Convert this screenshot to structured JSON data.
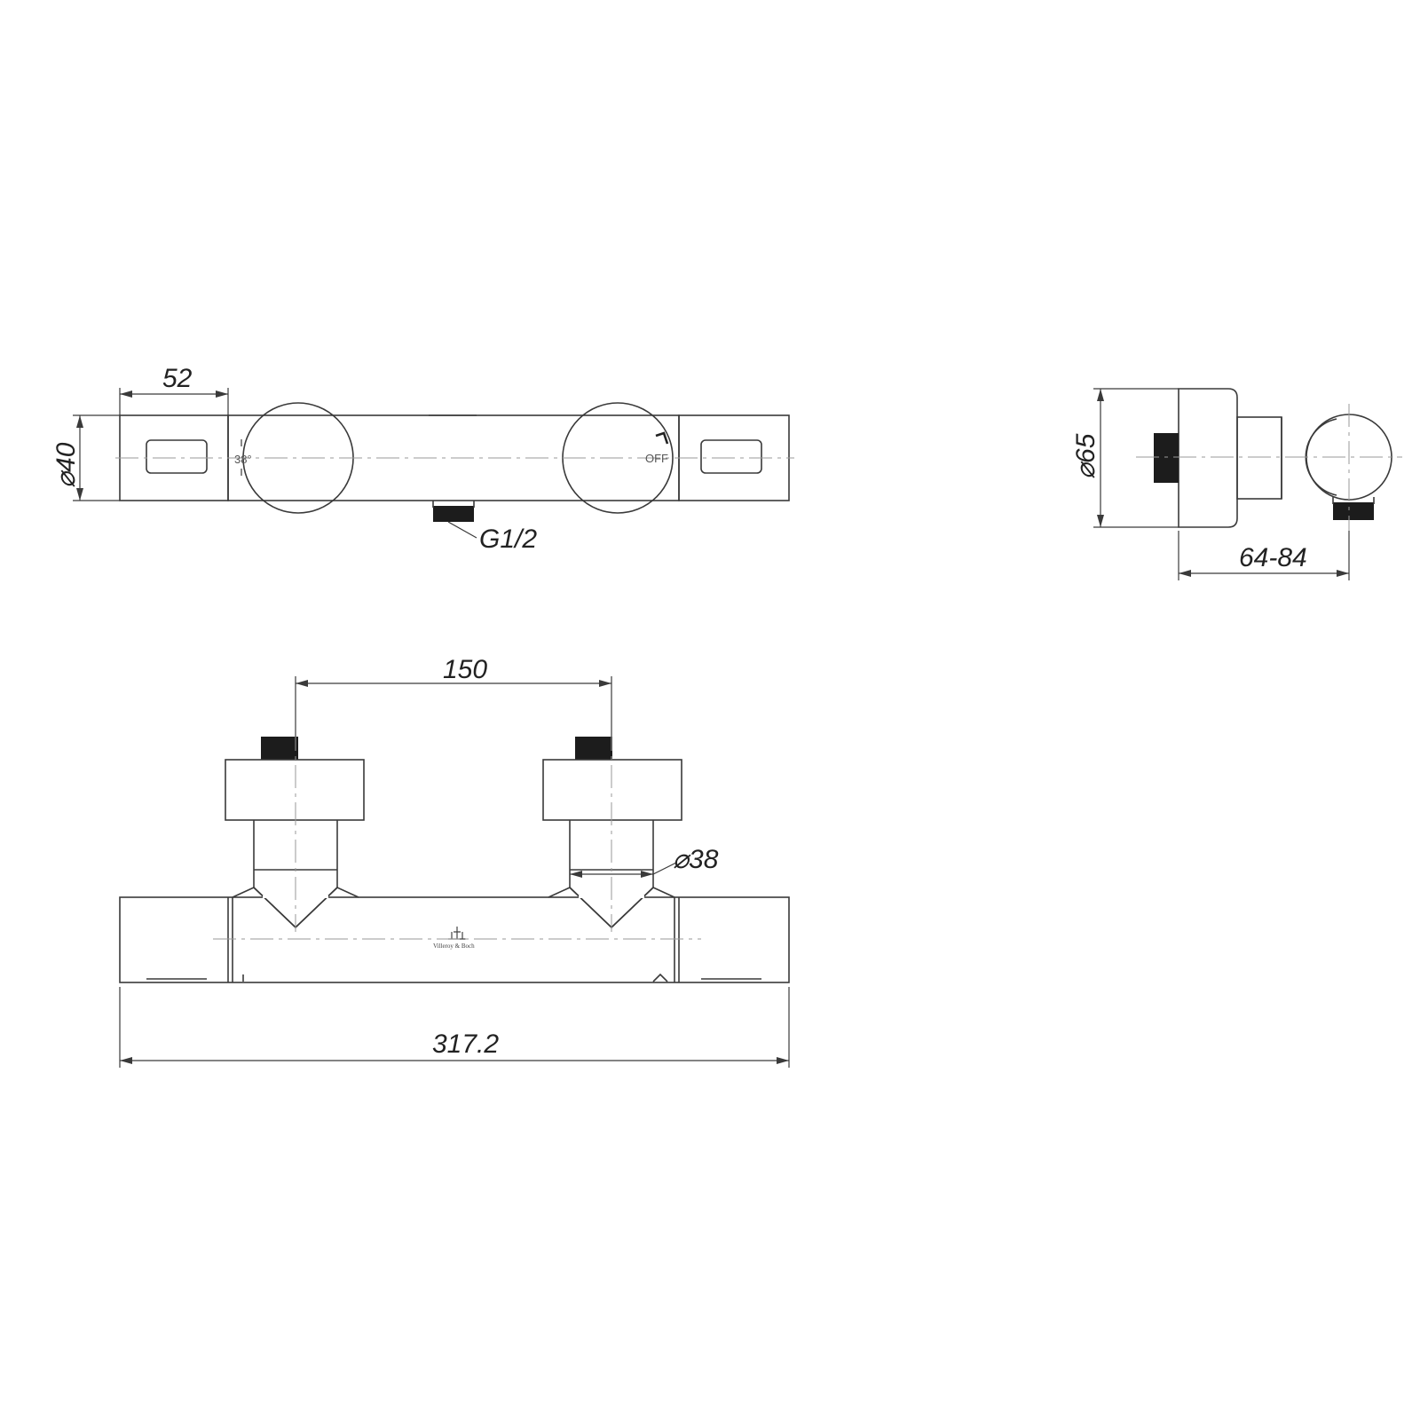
{
  "dimensions": {
    "end_cap_width": "52",
    "body_diameter": "⌀40",
    "outlet_thread": "G1/2",
    "eccentric_diameter": "⌀65",
    "projection_range": "64-84",
    "inlet_spacing": "150",
    "inlet_diameter": "⌀38",
    "overall_length": "317.2"
  },
  "markings": {
    "temperature": "38°",
    "off": "OFF",
    "brand": "Villeroy & Boch"
  },
  "colors": {
    "line": "#3a3a3a",
    "centerline": "#9a9a9a",
    "thread_fill": "#1c1c1c"
  },
  "icons": [
    "shower-head-icon",
    "brand-logo-icon"
  ]
}
